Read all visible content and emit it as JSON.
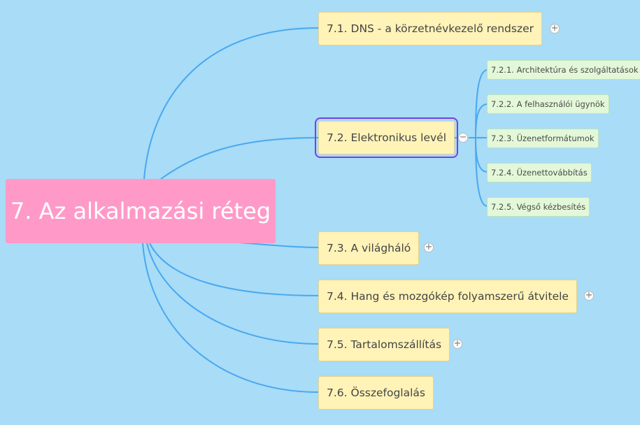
{
  "root": {
    "label": "7. Az alkalmazási réteg",
    "color": "#ff9ac8"
  },
  "topics": [
    {
      "id": "t1",
      "label": "7.1. DNS - a körzetnévkezelő rendszer",
      "toggle": "+"
    },
    {
      "id": "t2",
      "label": "7.2. Elektronikus levél",
      "toggle": "−",
      "selected": true
    },
    {
      "id": "t3",
      "label": "7.3. A világháló",
      "toggle": "+"
    },
    {
      "id": "t4",
      "label": "7.4. Hang és mozgókép folyamszerű átvitele",
      "toggle": "+"
    },
    {
      "id": "t5",
      "label": "7.5. Tartalomszállítás",
      "toggle": "+"
    },
    {
      "id": "t6",
      "label": "7.6. Összefoglalás"
    }
  ],
  "subtopics": [
    {
      "id": "s1",
      "label": "7.2.1. Architektúra és szolgáltatások"
    },
    {
      "id": "s2",
      "label": "7.2.2. A felhasználói ügynök"
    },
    {
      "id": "s3",
      "label": "7.2.3. Üzenetformátumok"
    },
    {
      "id": "s4",
      "label": "7.2.4. Üzenettovábbítás"
    },
    {
      "id": "s5",
      "label": "7.2.5. Végső kézbesítés"
    }
  ],
  "colors": {
    "background": "#a8dcf7",
    "connector": "#4aa8ee",
    "topic_fill": "#fff3b8",
    "subtopic_fill": "#e3f8d8",
    "selection": "#7b3fe4"
  }
}
